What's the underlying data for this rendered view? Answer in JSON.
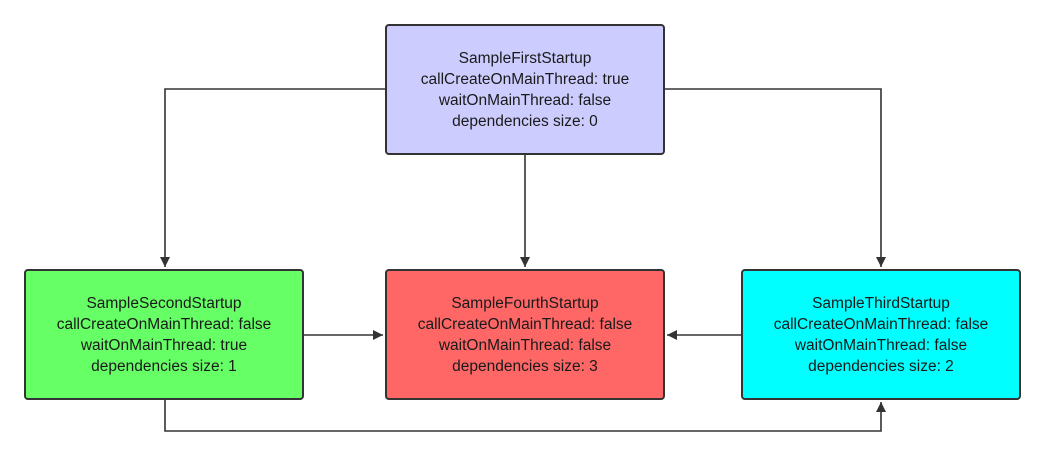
{
  "colors": {
    "first": "#ccccff",
    "second": "#66ff66",
    "fourth": "#ff6666",
    "third": "#00ffff",
    "border": "#333333",
    "edge": "#333333"
  },
  "nodes": {
    "first": {
      "name": "SampleFirstStartup",
      "call_create": "callCreateOnMainThread: true",
      "wait": "waitOnMainThread: false",
      "deps": "dependencies size: 0"
    },
    "second": {
      "name": "SampleSecondStartup",
      "call_create": "callCreateOnMainThread: false",
      "wait": "waitOnMainThread: true",
      "deps": "dependencies size: 1"
    },
    "fourth": {
      "name": "SampleFourthStartup",
      "call_create": "callCreateOnMainThread: false",
      "wait": "waitOnMainThread: false",
      "deps": "dependencies size: 3"
    },
    "third": {
      "name": "SampleThirdStartup",
      "call_create": "callCreateOnMainThread: false",
      "wait": "waitOnMainThread: false",
      "deps": "dependencies size: 2"
    }
  },
  "edges": [
    {
      "from": "first",
      "to": "second"
    },
    {
      "from": "first",
      "to": "fourth"
    },
    {
      "from": "first",
      "to": "third"
    },
    {
      "from": "second",
      "to": "fourth"
    },
    {
      "from": "third",
      "to": "fourth"
    },
    {
      "from": "second",
      "to": "third"
    }
  ]
}
